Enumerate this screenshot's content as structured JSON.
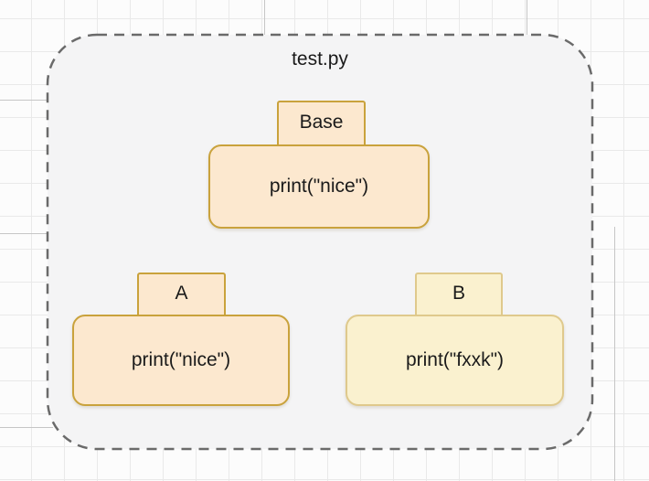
{
  "canvas": {
    "background": "#fcfcfc",
    "grid_color": "#e9e9e9"
  },
  "file_frame": {
    "label": "test.py",
    "fill": "#f4f4f5",
    "border_color": "#6a6a6a"
  },
  "classes": [
    {
      "name": "Base",
      "code": "print(\"nice\")",
      "fill": "#fce8cf",
      "border": "#c9a23c"
    },
    {
      "name": "A",
      "code": "print(\"nice\")",
      "fill": "#fce8cf",
      "border": "#c9a23c"
    },
    {
      "name": "B",
      "code": "print(\"fxxk\")",
      "fill": "#faf1cf",
      "border": "#dfc98c"
    }
  ]
}
